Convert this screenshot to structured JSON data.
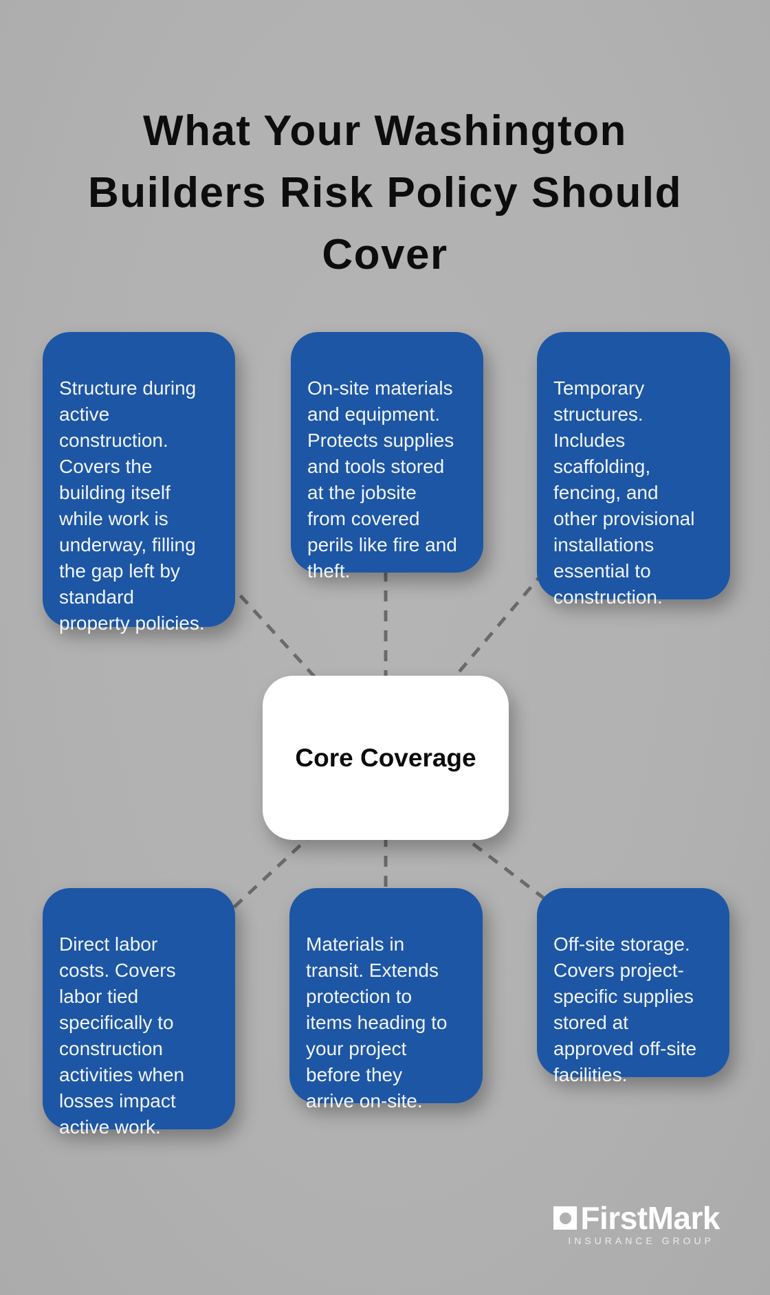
{
  "title": "What Your Washington\nBuilders Risk Policy Should\nCover",
  "center": {
    "label": "Core Coverage"
  },
  "nodes": [
    {
      "id": "structure",
      "text": "Structure during\nactive\nconstruction.\nCovers the\nbuilding itself\nwhile work is\nunderway, filling\nthe gap left by\nstandard\nproperty policies."
    },
    {
      "id": "on-site-materials",
      "text": "On-site materials\nand equipment.\nProtects supplies\nand tools stored\nat the jobsite\nfrom covered\nperils like fire and\ntheft."
    },
    {
      "id": "temporary-structures",
      "text": "Temporary\nstructures.\nIncludes\nscaffolding,\nfencing, and\nother provisional\ninstallations\nessential to\nconstruction."
    },
    {
      "id": "direct-labor",
      "text": "Direct labor\ncosts. Covers\nlabor tied\nspecifically to\nconstruction\nactivities when\nlosses impact\nactive work."
    },
    {
      "id": "materials-in-transit",
      "text": "Materials in\ntransit. Extends\nprotection to\nitems heading to\nyour project\nbefore they\narrive on-site."
    },
    {
      "id": "off-site-storage",
      "text": "Off-site storage.\nCovers project-\nspecific supplies\nstored at\napproved off-site\nfacilities."
    }
  ],
  "logo": {
    "name": "FirstMark",
    "tagline": "INSURANCE GROUP"
  },
  "colors": {
    "background": "#b1b1b1",
    "node_blue": "#1d56a5",
    "node_text": "#f2f5f9",
    "center_background": "#ffffff",
    "center_text": "#0b0b0b",
    "title_text": "#0d0d0d",
    "connector_gray": "#6a6a6a",
    "logo_white": "#ffffff"
  }
}
